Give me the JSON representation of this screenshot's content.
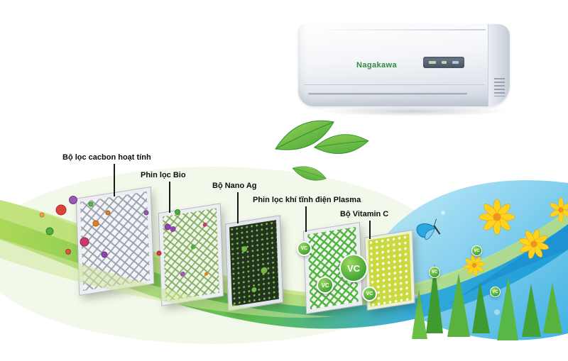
{
  "brand": "Nagakawa",
  "filters": [
    {
      "label": "Bộ lọc cacbon hoạt tính"
    },
    {
      "label": "Phin lọc Bio"
    },
    {
      "label": "Bộ Nano Ag"
    },
    {
      "label": "Phin lọc khí tĩnh điện Plasma"
    },
    {
      "label": "Bộ Vitamin C"
    }
  ],
  "badge": {
    "vc": "VC"
  },
  "colors": {
    "accent_green": "#57b847",
    "accent_blue": "#2aa9e0",
    "brand_green": "#2e8b3a",
    "label_text": "#0d0d0d"
  }
}
